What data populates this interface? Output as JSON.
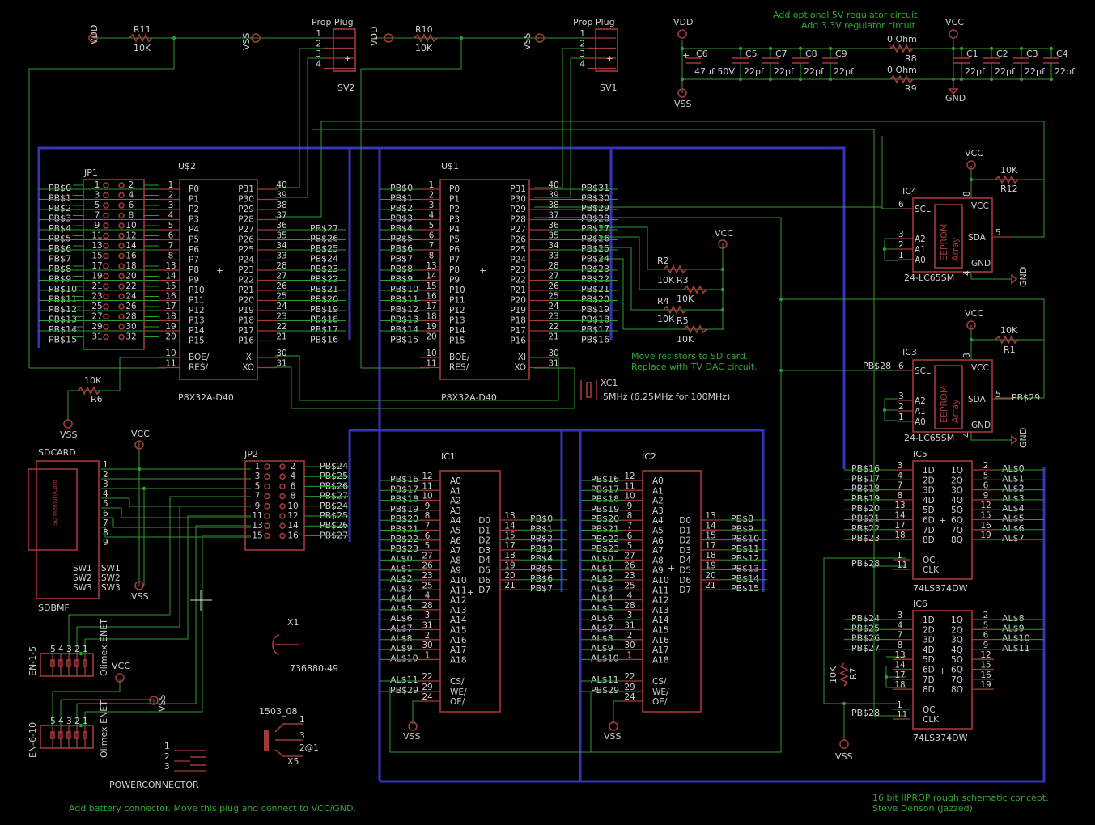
{
  "notes": {
    "regulator": [
      "Add optional 5V regulator circuit.",
      "Add 3.3V regulator circuit."
    ],
    "resistors": [
      "Move resistors to SD card.",
      "Replace with TV DAC circuit."
    ],
    "battery": "Add battery connector. Move this plug and connect to VCC/GND.",
    "title": [
      "16 bit IIPROP rough schematic concept.",
      "Steve Denson (Jazzed)"
    ]
  },
  "supplies": {
    "vdd": "VDD",
    "vss": "VSS",
    "vcc": "VCC",
    "gnd": "GND"
  },
  "resistors": {
    "r11": {
      "name": "R11",
      "value": "10K"
    },
    "r10": {
      "name": "R10",
      "value": "10K"
    },
    "r6": {
      "name": "R6",
      "value": "10K"
    },
    "r12": {
      "name": "R12",
      "value": "10K"
    },
    "r1": {
      "name": "R1",
      "value": "10K"
    },
    "r2": {
      "name": "R2",
      "value": "10K"
    },
    "r3": {
      "name": "R3",
      "value": "10K"
    },
    "r4": {
      "name": "R4",
      "value": "10K"
    },
    "r5": {
      "name": "R5",
      "value": "10K"
    },
    "r7": {
      "name": "R7",
      "value": "10K"
    },
    "r8": {
      "name": "R8",
      "value": "0 Ohm"
    },
    "r9": {
      "name": "R9",
      "value": "0 Ohm"
    }
  },
  "caps": {
    "c6": {
      "name": "C6",
      "value": "47uf 50V"
    },
    "left": [
      {
        "name": "C5",
        "value": "22pf"
      },
      {
        "name": "C7",
        "value": "22pf"
      },
      {
        "name": "C8",
        "value": "22pf"
      },
      {
        "name": "C9",
        "value": "22pf"
      }
    ],
    "right": [
      {
        "name": "C1",
        "value": "22pf"
      },
      {
        "name": "C2",
        "value": "22pf"
      },
      {
        "name": "C3",
        "value": "22pf"
      },
      {
        "name": "C4",
        "value": "22pf"
      }
    ]
  },
  "plugs": {
    "sv2": {
      "title": "Prop Plug",
      "name": "SV2",
      "pins": [
        "1",
        "2",
        "3",
        "4"
      ]
    },
    "sv1": {
      "title": "Prop Plug",
      "name": "SV1",
      "pins": [
        "1",
        "2",
        "3",
        "4"
      ]
    }
  },
  "props": {
    "u2": {
      "name": "U$2",
      "part": "P8X32A-D40"
    },
    "u1": {
      "name": "U$1",
      "part": "P8X32A-D40"
    },
    "left_pins": [
      "P0",
      "P1",
      "P2",
      "P3",
      "P4",
      "P5",
      "P6",
      "P7",
      "P8",
      "P9",
      "P10",
      "P11",
      "P12",
      "P13",
      "P14",
      "P15"
    ],
    "left_nums": [
      "1",
      "2",
      "3",
      "4",
      "5",
      "6",
      "7",
      "8",
      "13",
      "14",
      "15",
      "16",
      "17",
      "18",
      "19",
      "20"
    ],
    "right_pins": [
      "P31",
      "P30",
      "P29",
      "P28",
      "P27",
      "P26",
      "P25",
      "P24",
      "P23",
      "P22",
      "P21",
      "P20",
      "P19",
      "P18",
      "P17",
      "P16"
    ],
    "right_nums": [
      "40",
      "39",
      "38",
      "37",
      "36",
      "35",
      "34",
      "33",
      "28",
      "27",
      "26",
      "25",
      "24",
      "23",
      "22",
      "21"
    ],
    "lower_left": [
      "BOE/",
      "RES/"
    ],
    "lower_left_nums": [
      "10",
      "11"
    ],
    "lower_right": [
      "XI",
      "XO"
    ],
    "lower_right_nums": [
      "30",
      "31"
    ],
    "pb_low": [
      "PB$0",
      "PB$1",
      "PB$2",
      "PB$3",
      "PB$4",
      "PB$5",
      "PB$6",
      "PB$7",
      "PB$8",
      "PB$9",
      "PB$10",
      "PB$11",
      "PB$12",
      "PB$13",
      "PB$14",
      "PB$15"
    ],
    "u2_high": [
      "PB$27",
      "PB$26",
      "PB$25",
      "PB$24",
      "PB$23",
      "PB$22",
      "PB$21",
      "PB$20",
      "PB$19",
      "PB$18",
      "PB$17",
      "PB$16"
    ],
    "u1_high": [
      "PB$31",
      "PB$30",
      "PB$29",
      "PB$28",
      "PB$27",
      "PB$26",
      "PB$25",
      "PB$24",
      "PB$23",
      "PB$22",
      "PB$21",
      "PB$20",
      "PB$19",
      "PB$18",
      "PB$17",
      "PB$16"
    ]
  },
  "jp1": {
    "name": "JP1",
    "odd": [
      "1",
      "3",
      "5",
      "7",
      "9",
      "11",
      "13",
      "15",
      "17",
      "19",
      "21",
      "23",
      "25",
      "27",
      "29",
      "31"
    ],
    "even": [
      "2",
      "4",
      "6",
      "8",
      "10",
      "12",
      "14",
      "16",
      "18",
      "20",
      "22",
      "24",
      "26",
      "28",
      "30",
      "32"
    ]
  },
  "crystal": {
    "name": "XC1",
    "value": "5MHz (6.25MHz for 100MHz)"
  },
  "eeproms": {
    "ic4": {
      "name": "IC4",
      "part": "24-LC65SM"
    },
    "ic3": {
      "name": "IC3",
      "part": "24-LC65SM"
    },
    "pins_left": [
      "SCL",
      "A2",
      "A1",
      "A0"
    ],
    "nums_left": [
      "6",
      "3",
      "2",
      "1"
    ],
    "pins_right": [
      "VCC",
      "SDA",
      "GND"
    ],
    "nums_right": [
      "8",
      "5",
      "4"
    ],
    "body": [
      "EEPROM",
      "Array"
    ],
    "ic3_nets": {
      "scl": "PB$28",
      "sda": "PB$29"
    }
  },
  "sdcard": {
    "title": "SDCARD",
    "name": "SDBMF",
    "card": "SD MemoryCard",
    "pins": [
      "1",
      "2",
      "3",
      "4",
      "5",
      "6",
      "7",
      "8",
      "9"
    ],
    "sw": [
      "SW1",
      "SW2",
      "SW3"
    ]
  },
  "jp2": {
    "name": "JP2",
    "odd": [
      "1",
      "3",
      "5",
      "7",
      "9",
      "11",
      "13",
      "15"
    ],
    "even": [
      "2",
      "4",
      "6",
      "8",
      "10",
      "12",
      "14",
      "16"
    ],
    "nets": [
      "PB$24",
      "PB$25",
      "PB$26",
      "PB$27",
      "PB$24",
      "PB$25",
      "PB$26",
      "PB$27"
    ]
  },
  "sram": {
    "ic1": {
      "name": "IC1",
      "addr_nets": [
        "PB$16",
        "PB$17",
        "PB$18",
        "PB$19",
        "PB$20",
        "PB$21",
        "PB$22",
        "PB$23",
        "AL$0",
        "AL$1",
        "AL$2",
        "AL$3",
        "AL$4",
        "AL$5",
        "AL$6",
        "AL$7",
        "AL$8",
        "AL$9",
        "AL$10"
      ],
      "cs_net": "AL$11",
      "we_net": "PB$29",
      "data_nets": [
        "PB$0",
        "PB$1",
        "PB$2",
        "PB$3",
        "PB$4",
        "PB$5",
        "PB$6",
        "PB$7"
      ]
    },
    "ic2": {
      "name": "IC2",
      "addr_nets": [
        "PB$16",
        "PB$17",
        "PB$18",
        "PB$19",
        "PB$20",
        "PB$21",
        "PB$22",
        "PB$23",
        "AL$0",
        "AL$1",
        "AL$2",
        "AL$3",
        "AL$4",
        "AL$5",
        "AL$6",
        "AL$7",
        "AL$8",
        "AL$9",
        "AL$10"
      ],
      "cs_net": "AL$11",
      "we_net": "PB$29",
      "data_nets": [
        "PB$8",
        "PB$9",
        "PB$10",
        "PB$11",
        "PB$12",
        "PB$13",
        "PB$14",
        "PB$15"
      ]
    },
    "addr_pins": [
      "A0",
      "A1",
      "A2",
      "A3",
      "A4",
      "A5",
      "A6",
      "A7",
      "A8",
      "A9",
      "A10",
      "A11",
      "A12",
      "A13",
      "A14",
      "A15",
      "A16",
      "A17",
      "A18"
    ],
    "addr_nums": [
      "12",
      "11",
      "10",
      "9",
      "8",
      "7",
      "6",
      "5",
      "27",
      "26",
      "23",
      "25",
      "4",
      "28",
      "3",
      "31",
      "2",
      "30",
      "1"
    ],
    "ctrl_pins": [
      "CS/",
      "WE/",
      "OE/"
    ],
    "ctrl_nums": [
      "22",
      "29",
      "24"
    ],
    "data_pins": [
      "D0",
      "D1",
      "D2",
      "D3",
      "D4",
      "D5",
      "D6",
      "D7"
    ],
    "data_nums": [
      "13",
      "14",
      "15",
      "17",
      "18",
      "19",
      "20",
      "21"
    ]
  },
  "latches": {
    "ic5": {
      "name": "IC5",
      "part": "74LS374DW",
      "in_nets": [
        "PB$16",
        "PB$17",
        "PB$18",
        "PB$19",
        "PB$20",
        "PB$21",
        "PB$22",
        "PB$23"
      ],
      "out_nets": [
        "AL$0",
        "AL$1",
        "AL$2",
        "AL$3",
        "AL$4",
        "AL$5",
        "AL$6",
        "AL$7"
      ],
      "clk_net": "PB$28"
    },
    "ic6": {
      "name": "IC6",
      "part": "74LS374DW",
      "in_nets": [
        "PB$24",
        "PB$25",
        "PB$26",
        "PB$27"
      ],
      "out_nets": [
        "AL$8",
        "AL$9",
        "AL$10",
        "AL$11"
      ],
      "clk_net": "PB$28"
    },
    "d_pins": [
      "1D",
      "2D",
      "3D",
      "4D",
      "5D",
      "6D",
      "7D",
      "8D"
    ],
    "d_nums": [
      "3",
      "4",
      "7",
      "8",
      "13",
      "14",
      "17",
      "18"
    ],
    "q_pins": [
      "1Q",
      "2Q",
      "3Q",
      "4Q",
      "5Q",
      "6Q",
      "7Q",
      "8Q"
    ],
    "q_nums": [
      "2",
      "5",
      "6",
      "9",
      "12",
      "15",
      "16",
      "19"
    ],
    "ctrl_pins": [
      "OC",
      "CLK"
    ],
    "ctrl_nums": [
      "1",
      "11"
    ]
  },
  "enet": {
    "a": {
      "name": "EN-1-5",
      "label": "Olimex ENET",
      "pins": [
        "5",
        "4",
        "3",
        "2",
        "1"
      ]
    },
    "b": {
      "name": "EN-6-10",
      "label": "Olimex ENET",
      "pins": [
        "5",
        "4",
        "3",
        "2",
        "1"
      ]
    }
  },
  "x1": {
    "name": "X1",
    "part": "736880-49"
  },
  "x5": {
    "name": "X5",
    "part": "1503_08",
    "pins": [
      "1",
      "3",
      "2@1"
    ]
  },
  "power": {
    "name": "POWERCONNECTOR",
    "pins": [
      "1",
      "2",
      "3"
    ]
  }
}
